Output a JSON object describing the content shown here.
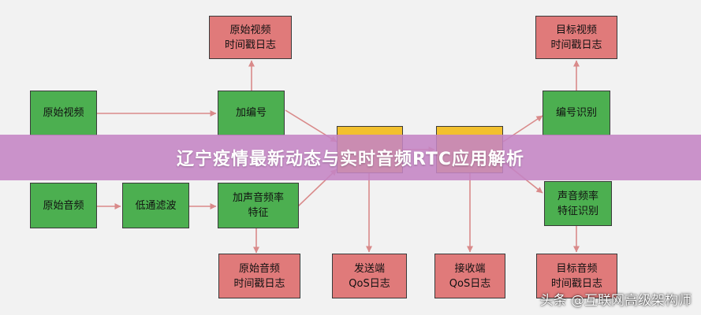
{
  "colors": {
    "green": "#4caf50",
    "red": "#e07a7a",
    "yellow": "#f2c02e",
    "arrow": "#d98a8a",
    "banner": "#c484c4"
  },
  "nodes": {
    "orig_video": "原始视频",
    "add_number": "加编号",
    "orig_video_ts": "原始视频\n时间戳日志",
    "orig_audio": "原始音频",
    "lowpass": "低通滤波",
    "add_feature": "加声音频率\n特征",
    "orig_audio_ts": "原始音频\n时间戳日志",
    "sender_log": "发送端\nQoS日志",
    "receiver_log": "接收端\nQoS日志",
    "number_recog": "编号识别",
    "target_video_ts": "目标视频\n时间戳日志",
    "feature_recog": "声音频率\n特征识别",
    "target_audio_ts": "目标音频\n时间戳日志"
  },
  "banner": {
    "title": "辽宁疫情最新动态与实时音频RTC应用解析"
  },
  "watermark": {
    "text": "头条 @互联网高级架构师"
  }
}
